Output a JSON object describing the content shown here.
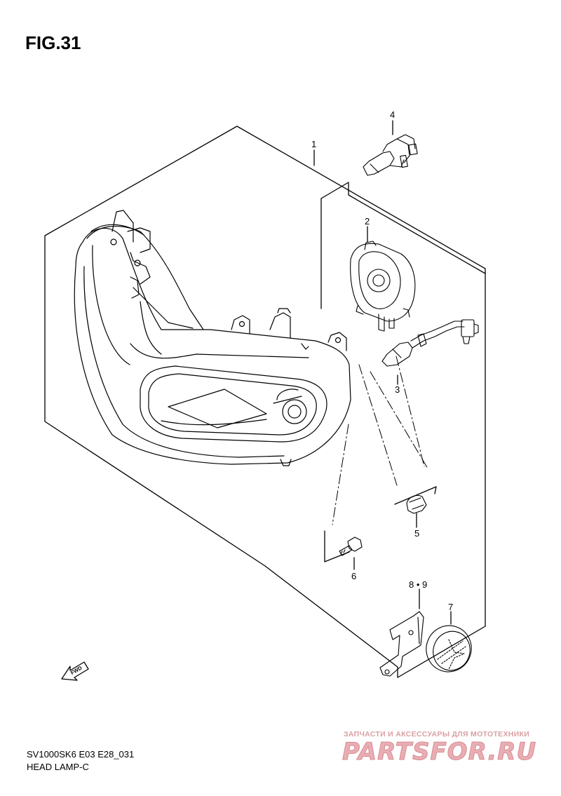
{
  "figure": {
    "title": "FIG.31"
  },
  "callouts": [
    {
      "id": "1",
      "label": "1"
    },
    {
      "id": "2",
      "label": "2"
    },
    {
      "id": "3",
      "label": "3"
    },
    {
      "id": "4",
      "label": "4"
    },
    {
      "id": "5",
      "label": "5"
    },
    {
      "id": "6",
      "label": "6"
    },
    {
      "id": "7",
      "label": "7"
    },
    {
      "id": "8-9",
      "label": "8 • 9"
    }
  ],
  "fwd_label": "FWD",
  "footer": {
    "model_code": "SV1000SK6 E03 E28_031",
    "section_name": "HEAD LAMP-C"
  },
  "watermark": {
    "tagline": "ЗАПЧАСТИ И АКСЕССУАРЫ ДЛЯ МОТОТЕХНИКИ",
    "logo": "PARTSFOR.RU"
  }
}
